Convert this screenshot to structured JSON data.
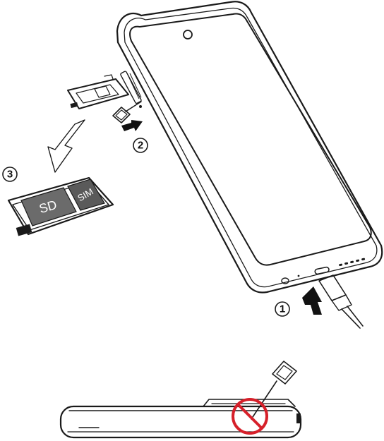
{
  "labels": {
    "sd": "SD",
    "sim": "SIM"
  },
  "steps": [
    {
      "id": "step-1",
      "number": "1"
    },
    {
      "id": "step-2",
      "number": "2"
    },
    {
      "id": "step-3",
      "number": "3"
    }
  ],
  "colors": {
    "ink": "#1a1a1a",
    "card_fill": "#6b6b6b",
    "sim_fill": "#5a5a5a",
    "tray_fill": "#e6e6e6",
    "arrow_fill": "#111111",
    "prohibit": "#d6202a"
  },
  "icons": {
    "insert_arrow": "arrow-icon",
    "prohibit": "prohibited-icon",
    "eject_pin": "sim-eject-pin-icon"
  }
}
